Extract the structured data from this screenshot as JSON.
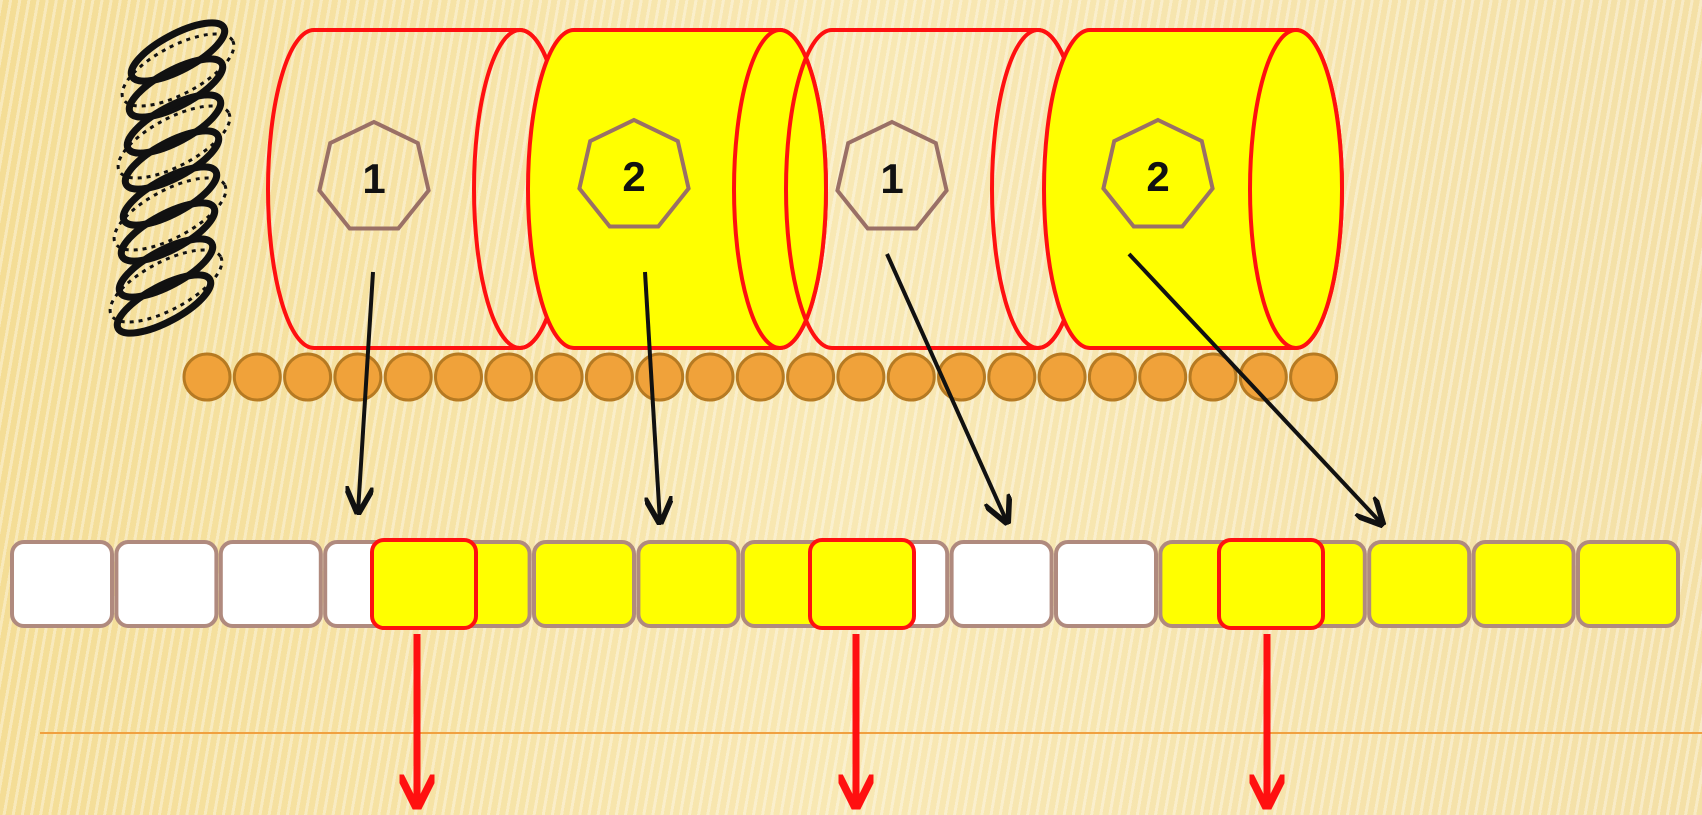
{
  "diagram": {
    "colors": {
      "cylinder_stroke": "#ff1010",
      "yellow_fill": "#ffff00",
      "bead_fill": "#f0a23a",
      "bead_stroke": "#b67a22",
      "cell_stroke": "#b08a7e",
      "arrow_black": "#111111",
      "arrow_red": "#ff1010",
      "heptagon_stroke": "#9a7066"
    },
    "cylinders": [
      {
        "label": "1",
        "filled": false
      },
      {
        "label": "2",
        "filled": true
      },
      {
        "label": "1",
        "filled": false
      },
      {
        "label": "2",
        "filled": true
      }
    ],
    "strip_cells": [
      {
        "filled": false
      },
      {
        "filled": false
      },
      {
        "filled": false
      },
      {
        "filled": false
      },
      {
        "filled": true
      },
      {
        "filled": true
      },
      {
        "filled": true
      },
      {
        "filled": true
      },
      {
        "filled": false
      },
      {
        "filled": false
      },
      {
        "filled": false
      },
      {
        "filled": true
      },
      {
        "filled": true
      },
      {
        "filled": true
      },
      {
        "filled": true
      },
      {
        "filled": true
      }
    ],
    "bead_count": 23
  }
}
